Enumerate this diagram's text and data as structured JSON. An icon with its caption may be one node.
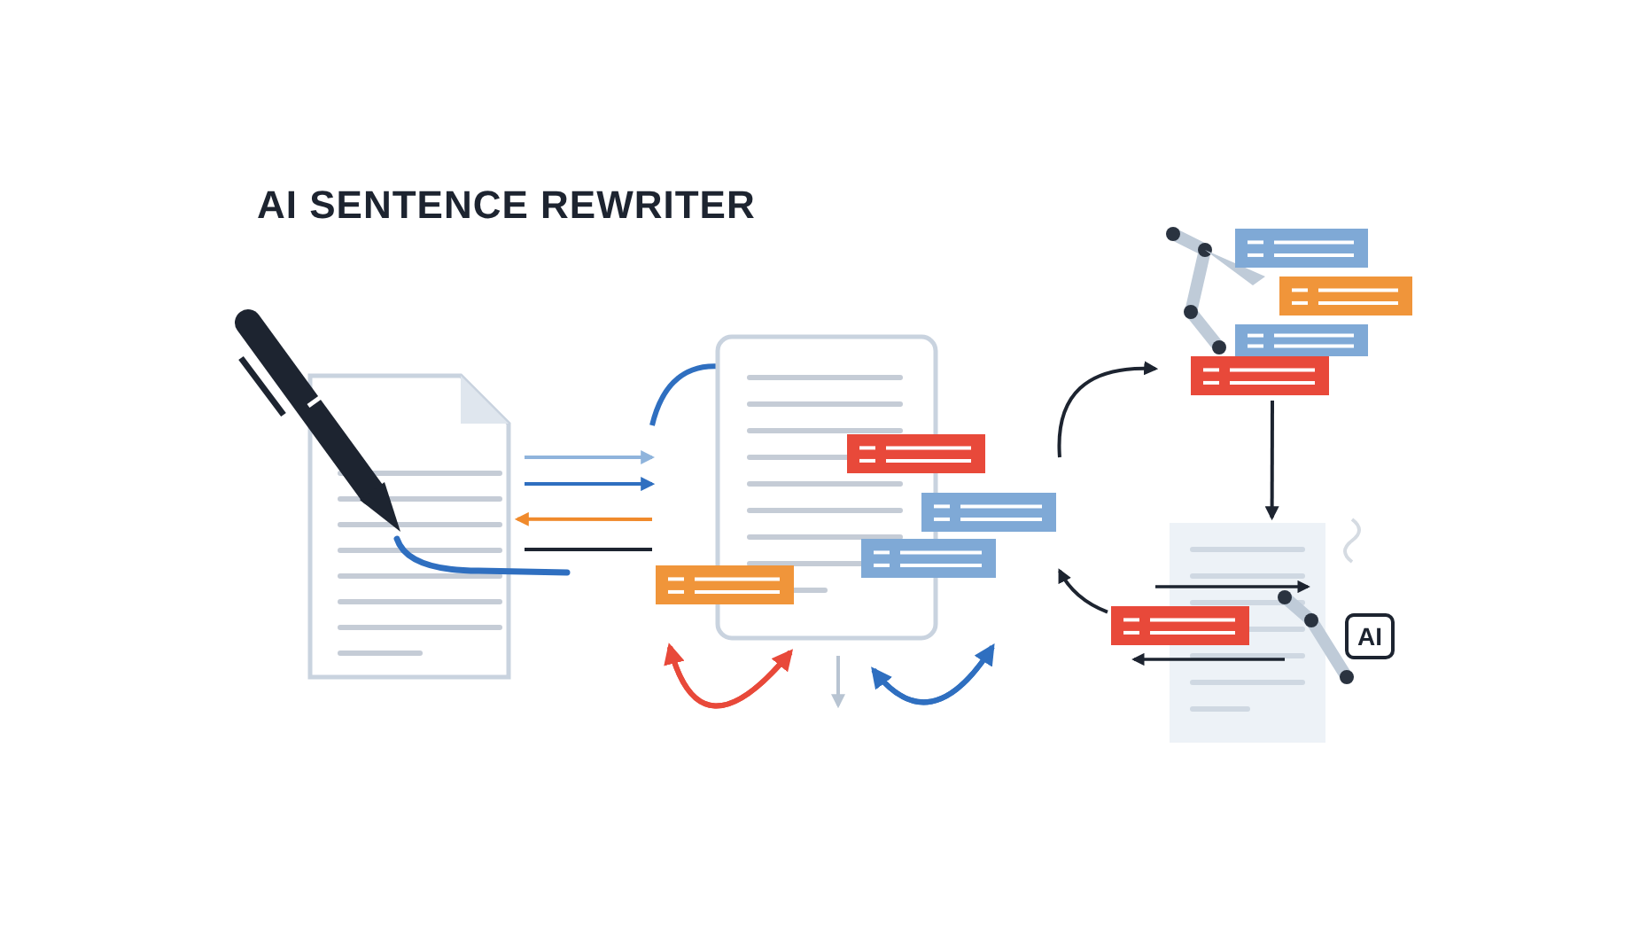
{
  "diagram": {
    "title": "AI SENTENCE REWRITER",
    "nodes": [
      {
        "text": [],
        "shape": "picture"
      },
      {
        "text": [],
        "shape": "picture"
      },
      {
        "text": [],
        "shape": "picture"
      },
      {
        "text": [],
        "shape": "picture"
      }
    ],
    "edges": [
      {
        "from": 0,
        "to": 1,
        "arrow": "to",
        "color": "#8fb4dc"
      },
      {
        "from": 0,
        "to": 1,
        "arrow": "to",
        "color": "#2f6fc0"
      },
      {
        "from": 1,
        "to": 0,
        "arrow": "to",
        "color": "#f08a2c"
      },
      {
        "from": 0,
        "to": 1,
        "arrow": "none"
      },
      {
        "from": 1,
        "to": 2,
        "arrow": "to"
      },
      {
        "from": 2,
        "to": 3,
        "arrow": "to"
      },
      {
        "from": 3,
        "to": 1,
        "arrow": "to"
      }
    ],
    "labels": [
      "AI"
    ]
  }
}
